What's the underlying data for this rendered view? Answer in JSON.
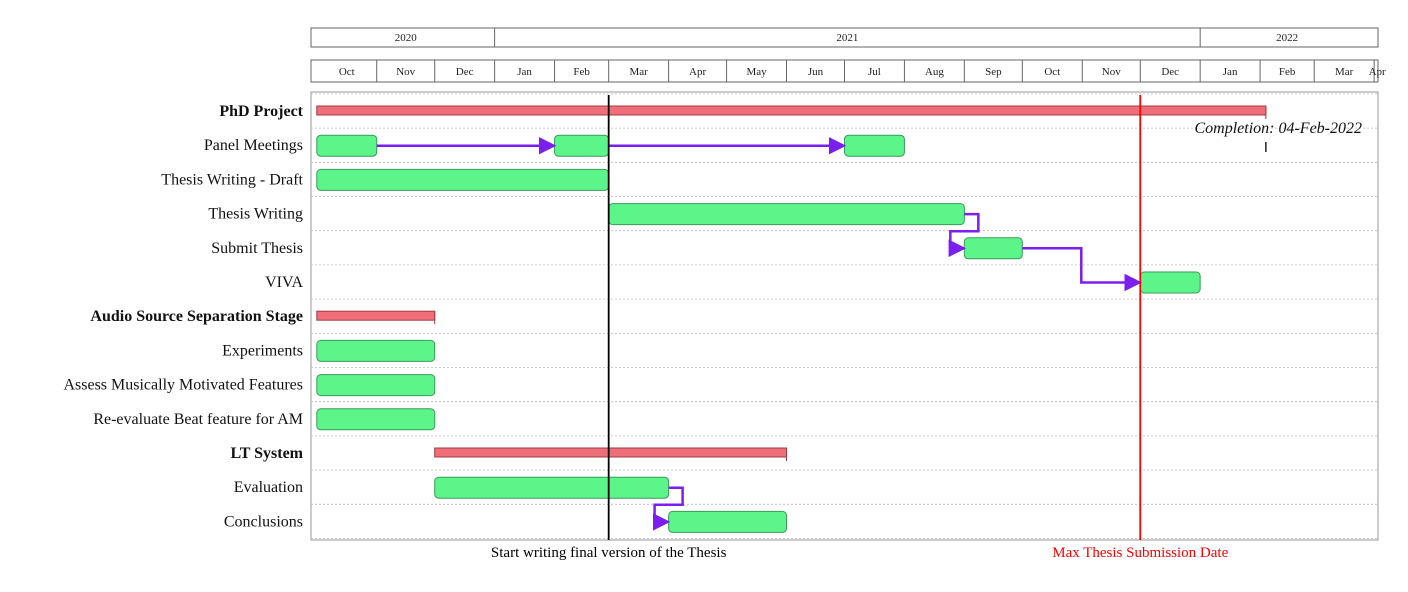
{
  "chart_data": {
    "type": "gantt",
    "title": "",
    "years": [
      {
        "label": "2020",
        "start": "2020-10-01",
        "end": "2021-01-01"
      },
      {
        "label": "2021",
        "start": "2021-01-01",
        "end": "2022-01-01"
      },
      {
        "label": "2022",
        "start": "2022-01-01",
        "end": "2022-04-01"
      }
    ],
    "months": [
      {
        "label": "Oct",
        "start": "2020-10-01",
        "end": "2020-11-01"
      },
      {
        "label": "Nov",
        "start": "2020-11-01",
        "end": "2020-12-01"
      },
      {
        "label": "Dec",
        "start": "2020-12-01",
        "end": "2021-01-01"
      },
      {
        "label": "Jan",
        "start": "2021-01-01",
        "end": "2021-02-01"
      },
      {
        "label": "Feb",
        "start": "2021-02-01",
        "end": "2021-03-01"
      },
      {
        "label": "Mar",
        "start": "2021-03-01",
        "end": "2021-04-01"
      },
      {
        "label": "Apr",
        "start": "2021-04-01",
        "end": "2021-05-01"
      },
      {
        "label": "May",
        "start": "2021-05-01",
        "end": "2021-06-01"
      },
      {
        "label": "Jun",
        "start": "2021-06-01",
        "end": "2021-07-01"
      },
      {
        "label": "Jul",
        "start": "2021-07-01",
        "end": "2021-08-01"
      },
      {
        "label": "Aug",
        "start": "2021-08-01",
        "end": "2021-09-01"
      },
      {
        "label": "Sep",
        "start": "2021-09-01",
        "end": "2021-10-01"
      },
      {
        "label": "Oct",
        "start": "2021-10-01",
        "end": "2021-11-01"
      },
      {
        "label": "Nov",
        "start": "2021-11-01",
        "end": "2021-12-01"
      },
      {
        "label": "Dec",
        "start": "2021-12-01",
        "end": "2022-01-01"
      },
      {
        "label": "Jan",
        "start": "2022-01-01",
        "end": "2022-02-01"
      },
      {
        "label": "Feb",
        "start": "2022-02-01",
        "end": "2022-03-01"
      },
      {
        "label": "Mar",
        "start": "2022-03-01",
        "end": "2022-04-01"
      },
      {
        "label": "Apr",
        "start": "2022-04-01",
        "end": "2022-04-01"
      }
    ],
    "tasks": [
      {
        "label": "PhD Project",
        "group": true,
        "bars": [
          {
            "start": "2020-10-01",
            "end": "2022-02-04"
          }
        ]
      },
      {
        "label": "Panel Meetings",
        "group": false,
        "bars": [
          {
            "start": "2020-10-01",
            "end": "2020-11-01"
          },
          {
            "start": "2021-02-01",
            "end": "2021-03-01"
          },
          {
            "start": "2021-07-01",
            "end": "2021-08-01"
          }
        ]
      },
      {
        "label": "Thesis Writing - Draft",
        "group": false,
        "bars": [
          {
            "start": "2020-10-01",
            "end": "2021-03-01"
          }
        ]
      },
      {
        "label": "Thesis Writing",
        "group": false,
        "bars": [
          {
            "start": "2021-03-01",
            "end": "2021-09-01"
          }
        ]
      },
      {
        "label": "Submit Thesis",
        "group": false,
        "bars": [
          {
            "start": "2021-09-01",
            "end": "2021-10-01"
          }
        ]
      },
      {
        "label": "VIVA",
        "group": false,
        "bars": [
          {
            "start": "2021-12-01",
            "end": "2022-01-01"
          }
        ]
      },
      {
        "label": "Audio Source Separation Stage",
        "group": true,
        "bars": [
          {
            "start": "2020-10-01",
            "end": "2020-12-01"
          }
        ]
      },
      {
        "label": "Experiments",
        "group": false,
        "bars": [
          {
            "start": "2020-10-01",
            "end": "2020-12-01"
          }
        ]
      },
      {
        "label": "Assess Musically Motivated Features",
        "group": false,
        "bars": [
          {
            "start": "2020-10-01",
            "end": "2020-12-01"
          }
        ]
      },
      {
        "label": "Re-evaluate Beat feature for AM",
        "group": false,
        "bars": [
          {
            "start": "2020-10-01",
            "end": "2020-12-01"
          }
        ]
      },
      {
        "label": "LT System",
        "group": true,
        "bars": [
          {
            "start": "2020-12-01",
            "end": "2021-06-01"
          }
        ]
      },
      {
        "label": "Evaluation",
        "group": false,
        "bars": [
          {
            "start": "2020-12-01",
            "end": "2021-04-01"
          }
        ]
      },
      {
        "label": "Conclusions",
        "group": false,
        "bars": [
          {
            "start": "2021-04-01",
            "end": "2021-06-01"
          }
        ]
      }
    ],
    "dependencies": [
      {
        "from": {
          "task": 1,
          "bar": 0
        },
        "to": {
          "task": 1,
          "bar": 1
        },
        "kind": "straight"
      },
      {
        "from": {
          "task": 1,
          "bar": 1
        },
        "to": {
          "task": 1,
          "bar": 2
        },
        "kind": "straight"
      },
      {
        "from": {
          "task": 3,
          "bar": 0
        },
        "to": {
          "task": 4,
          "bar": 0
        },
        "kind": "loop"
      },
      {
        "from": {
          "task": 4,
          "bar": 0
        },
        "to": {
          "task": 5,
          "bar": 0
        },
        "kind": "step"
      },
      {
        "from": {
          "task": 11,
          "bar": 0
        },
        "to": {
          "task": 12,
          "bar": 0
        },
        "kind": "loop"
      }
    ],
    "markers": [
      {
        "date": "2021-03-01",
        "label": "Start writing final version of the Thesis",
        "color": "#000000"
      },
      {
        "date": "2021-12-01",
        "label": "Max Thesis Submission Date",
        "color": "#ff0000"
      }
    ],
    "completion": {
      "label": "Completion: 04-Feb-2022",
      "date": "2022-02-04"
    },
    "colors": {
      "task_fill": "#5cf58a",
      "task_stroke": "#3a9a5a",
      "group_fill": "#ee6e7a",
      "group_stroke": "#a33a44",
      "dependency": "#7a1ff0",
      "deadline": "#ff0000",
      "today": "#000000"
    }
  }
}
